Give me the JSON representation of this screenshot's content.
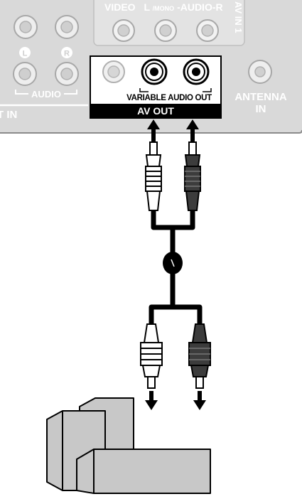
{
  "panel": {
    "av_in1_inputs_label": {
      "video": "VIDEO",
      "l": "L",
      "mono": "/MONO",
      "audio_r": "-AUDIO-R"
    },
    "av_in1_label": "AV IN 1",
    "left_jack_l": "L",
    "left_jack_r": "R",
    "left_audio_label": "AUDIO",
    "left_section_label": "T IN",
    "variable_audio_out_label": "VARIABLE AUDIO OUT",
    "av_out_label": "AV OUT",
    "antenna_label_line1": "ANTENNA",
    "antenna_label_line2": "IN"
  },
  "colors": {
    "panel": "#d9d9d9",
    "panel_text": "#ffffff",
    "dark_plug": "#3c3c3c",
    "device": "#c8c8c8",
    "black": "#000000"
  }
}
